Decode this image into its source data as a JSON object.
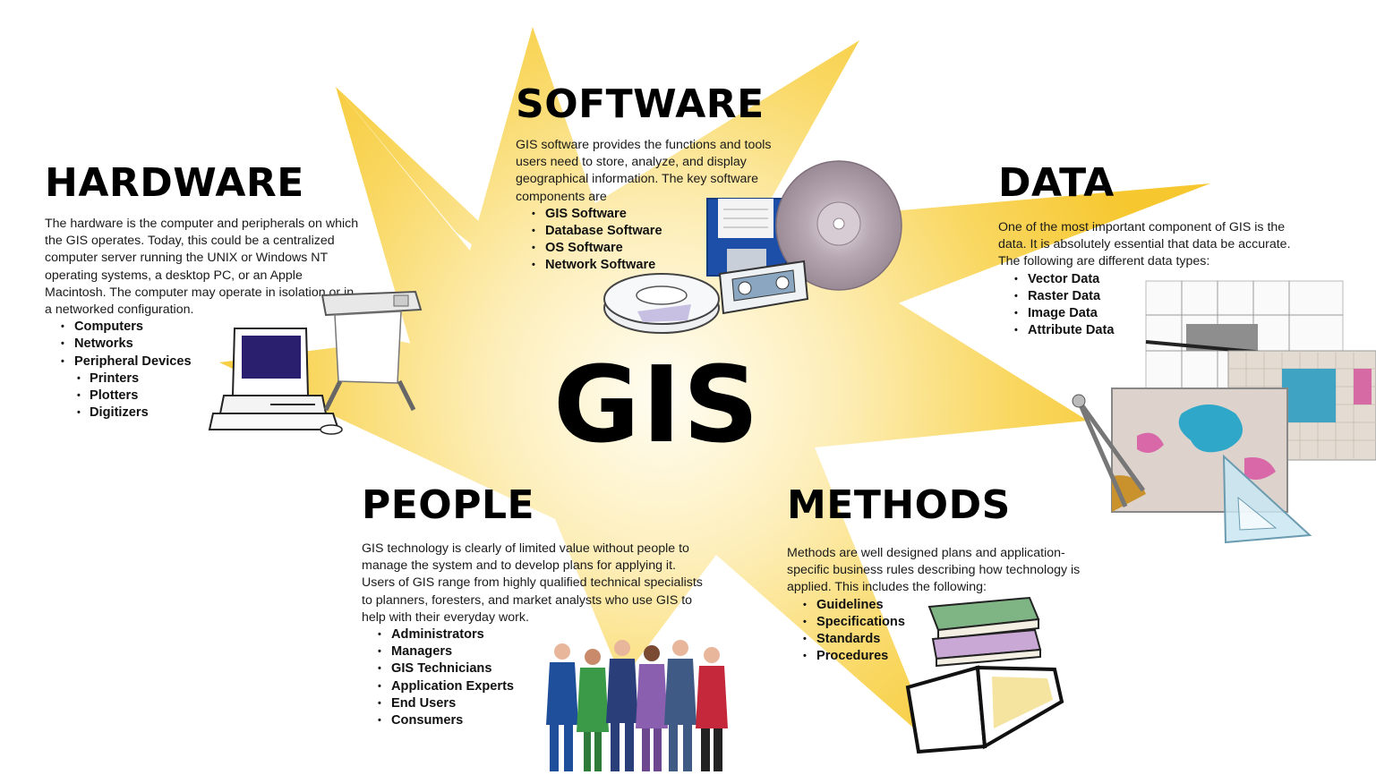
{
  "center": {
    "title": "GIS"
  },
  "software": {
    "heading": "SOFTWARE",
    "description": "GIS software provides the functions and tools users need to store, analyze, and display geographical information. The key software components are",
    "items": [
      "GIS Software",
      "Database Software",
      "OS Software",
      "Network Software"
    ]
  },
  "hardware": {
    "heading": "HARDWARE",
    "description": "The hardware is the computer and peripherals on which the GIS operates.  Today, this could be a centralized computer server running the UNIX or Windows NT operating systems, a desktop PC, or an Apple Macintosh.  The computer may operate in isolation or in a networked configuration.",
    "items": [
      "Computers",
      "Networks",
      "Peripheral Devices"
    ],
    "sub_items": [
      "Printers",
      "Plotters",
      "Digitizers"
    ]
  },
  "data": {
    "heading": "DATA",
    "description": "One of the most important component of GIS is the data.  It is absolutely essential that data be accurate. The following are different data types:",
    "items": [
      "Vector Data",
      "Raster Data",
      "Image Data",
      "Attribute Data"
    ]
  },
  "people": {
    "heading": "PEOPLE",
    "description": "GIS technology is clearly of limited value without people to manage the system and to develop plans for applying it.  Users of GIS range from highly qualified technical specialists to planners, foresters, and market analysts who use GIS to help with their everyday work.",
    "items": [
      "Administrators",
      "Managers",
      "GIS Technicians",
      "Application Experts",
      "End Users",
      "Consumers"
    ]
  },
  "methods": {
    "heading": "METHODS",
    "description": "Methods are well designed plans and application-specific business rules describing how technology is applied.  This includes the following:",
    "items": [
      "Guidelines",
      "Specifications",
      "Standards",
      "Procedures"
    ]
  },
  "colors": {
    "star_center": "#fffbe8",
    "star_mid": "#fde59a",
    "star_edge": "#f7c93c",
    "text": "#000000"
  },
  "illustrations": [
    "computer-icon",
    "plotter-icon",
    "floppy-disk-icon",
    "cd-icon",
    "tape-cassette-icon",
    "map-layers-icon",
    "drafting-tools-icon",
    "people-group-icon",
    "books-icon"
  ]
}
